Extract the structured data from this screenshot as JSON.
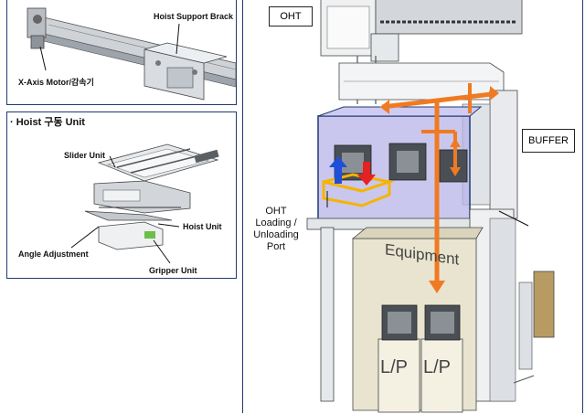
{
  "left_top": {
    "label_hoist_support": "Hoist Support Brack",
    "label_x_axis_motor": "X-Axis Motor/감속기"
  },
  "left_bottom": {
    "title": "· Hoist 구동 Unit",
    "label_slider": "Slider Unit",
    "label_hoist_unit": "Hoist Unit",
    "label_angle": "Angle Adjustment",
    "label_gripper": "Gripper Unit"
  },
  "right": {
    "label_oht": "OHT",
    "label_buffer": "BUFFER",
    "label_port": "OHT Loading / Unloading Port",
    "equipment_text": "Equipment",
    "lp_left": "L/P",
    "lp_right": "L/P"
  },
  "colors": {
    "panel_border": "#1f3b73",
    "arrow_orange": "#f07a22",
    "arrow_blue": "#1f4fd8",
    "arrow_red": "#e52222",
    "port_outline": "#f5b400",
    "glass_purple": "#b8b4e8",
    "equipment_beige": "#e8e4cf"
  }
}
